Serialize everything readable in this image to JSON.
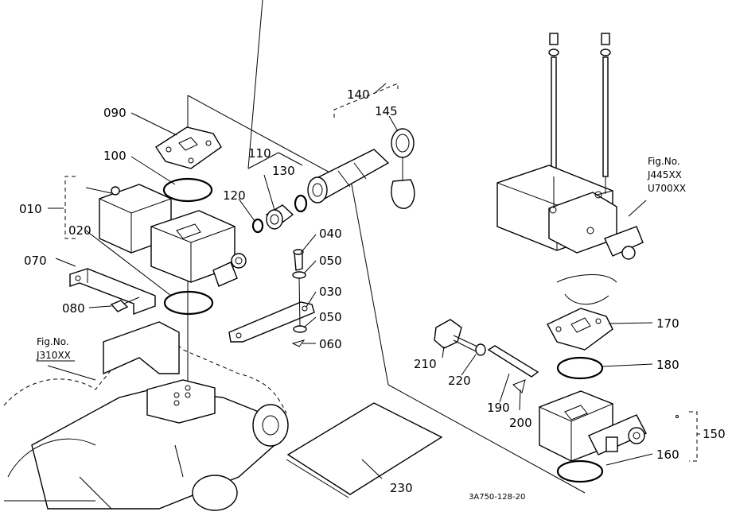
{
  "parts": {
    "p010": "010",
    "p020": "020",
    "p030": "030",
    "p040": "040",
    "p050a": "050",
    "p050b": "050",
    "p060": "060",
    "p070": "070",
    "p080": "080",
    "p090": "090",
    "p100": "100",
    "p110": "110",
    "p120": "120",
    "p130": "130",
    "p140": "140",
    "p145": "145",
    "p150": "150",
    "p160": "160",
    "p170": "170",
    "p180": "180",
    "p190": "190",
    "p200": "200",
    "p210": "210",
    "p220": "220",
    "p230": "230"
  },
  "figrefs": {
    "left_line1": "Fig.No.",
    "left_line2": "J310XX",
    "right_line1": "Fig.No.",
    "right_line2": "J445XX",
    "right_line3": "U700XX"
  },
  "drawing_code": "3A750-128-20"
}
